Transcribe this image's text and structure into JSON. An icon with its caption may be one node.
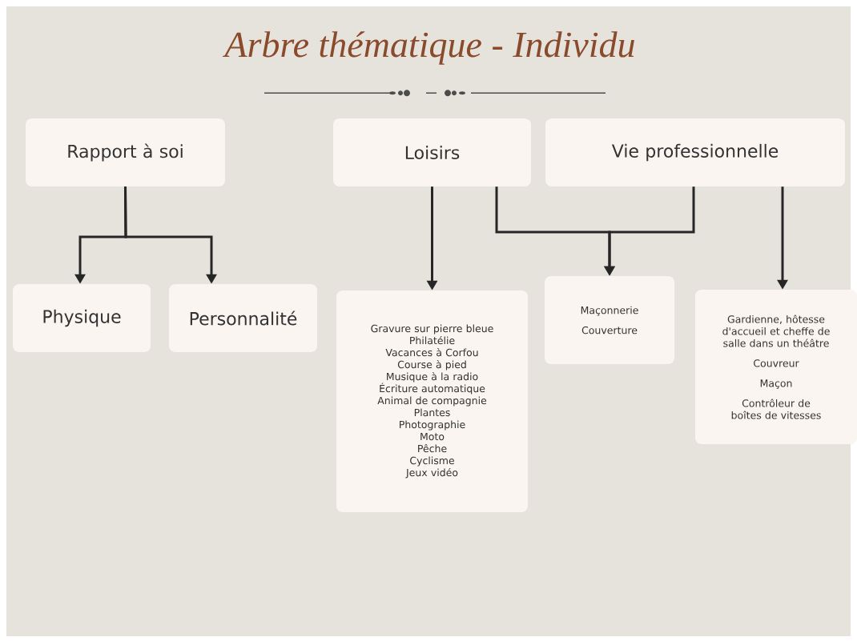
{
  "diagram": {
    "title": "Arbre thématique - Individu",
    "nodes": [
      {
        "text": [
          "Rapport à soi"
        ]
      },
      {
        "text": [
          "Loisirs"
        ]
      },
      {
        "text": [
          "Vie professionnelle"
        ]
      },
      {
        "text": [
          "Physique"
        ]
      },
      {
        "text": [
          "Personnalité"
        ]
      },
      {
        "text": [
          "Gravure sur pierre bleue",
          "Philatélie",
          "Vacances à Corfou",
          "Course à pied",
          "Musique à la radio",
          "Écriture automatique",
          "Animal de compagnie",
          "Plantes",
          "Photographie",
          "Moto",
          "Pêche",
          "Cyclisme",
          "Jeux vidéo"
        ]
      },
      {
        "text": [
          "Maçonnerie",
          "Couverture"
        ]
      },
      {
        "text": [
          "Gardienne, hôtesse d'accueil et cheffe de salle dans un théâtre",
          "Couvreur",
          "Maçon",
          "Contrôleur de boîtes de vitesses"
        ]
      }
    ],
    "edges": [
      {
        "from": 0,
        "to": 3,
        "arrow": "to"
      },
      {
        "from": 0,
        "to": 4,
        "arrow": "to"
      },
      {
        "from": 1,
        "to": 5,
        "arrow": "to"
      },
      {
        "from": 1,
        "to": 6,
        "arrow": "to"
      },
      {
        "from": 2,
        "to": 6,
        "arrow": "to"
      },
      {
        "from": 2,
        "to": 7,
        "arrow": "to"
      }
    ]
  }
}
